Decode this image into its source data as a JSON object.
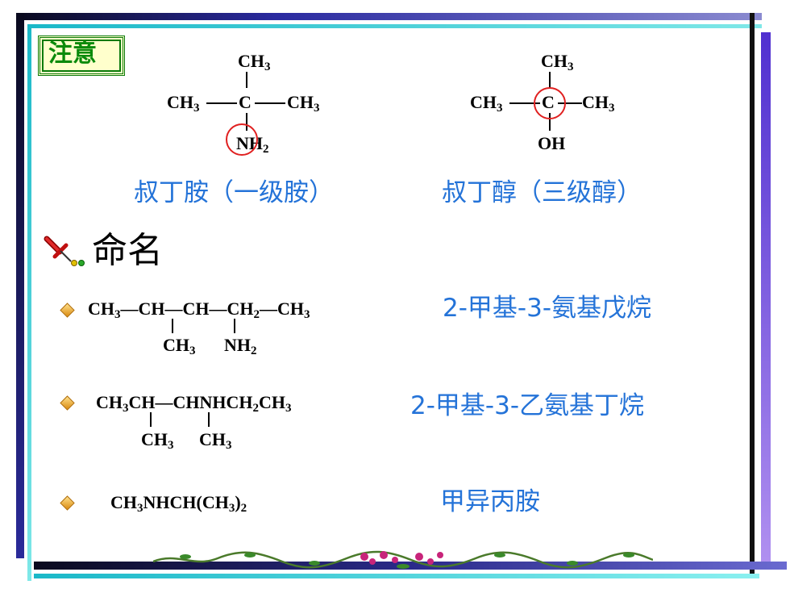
{
  "notice": {
    "label": "注意"
  },
  "structure1": {
    "top": "CH3",
    "left": "CH3",
    "center": "C",
    "right": "CH3",
    "bottom": "NH2",
    "name": "叔丁胺（一级胺）"
  },
  "structure2": {
    "top": "CH3",
    "left": "CH3",
    "center": "C",
    "right": "CH3",
    "bottom": "OH",
    "name": "叔丁醇（三级醇）"
  },
  "section": {
    "title": "命名"
  },
  "examples": [
    {
      "main": "CH3—CH—CH—CH2—CH3",
      "sub1": "CH3",
      "sub2": "NH2",
      "name": "2-甲基-3-氨基戊烷"
    },
    {
      "main": "CH3CH—CHNHCH2CH3",
      "sub1": "CH3",
      "sub2": "CH3",
      "name": "2-甲基-3-乙氨基丁烷"
    },
    {
      "main": "CH3NHCH(CH3)2",
      "name": "甲异丙胺"
    }
  ],
  "colors": {
    "name_blue": "#2473d8",
    "notice_green": "#0a8a0a",
    "notice_bg": "#ffffcc",
    "highlight_red": "#e02020",
    "frame_dark": "#1a1a2e",
    "frame_cyan": "#2fd0d0",
    "frame_purple": "#7a3cf0"
  }
}
